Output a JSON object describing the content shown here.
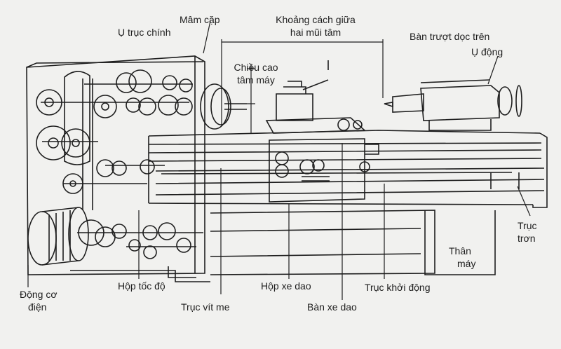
{
  "labels": {
    "main_spindle": "Ụ trục chính",
    "chuck": "Mâm cặp",
    "center_distance_l1": "Khoảng cách giữa",
    "center_distance_l2": "hai mũi tâm",
    "carriage_slide_l1": "Bàn trượt  dọc trên",
    "carriage_slide_l2": "Ụ động",
    "center_height_l1": "Chiều cao",
    "center_height_l2": "tâm máy",
    "feed_rod_l1": "Trục",
    "feed_rod_l2": "trơn",
    "bed_l1": "Thân",
    "bed_l2": "máy",
    "motor_l1": "Động cơ",
    "motor_l2": "điện",
    "speed_gearbox": "Hộp tốc độ",
    "apron": "Hộp xe dao",
    "start_shaft": "Trục khởi động",
    "lead_screw": "Trục vít me",
    "carriage": "Bàn xe dao"
  },
  "colors": {
    "ink": "#1e1e1e",
    "paper": "#f1f1ef"
  }
}
